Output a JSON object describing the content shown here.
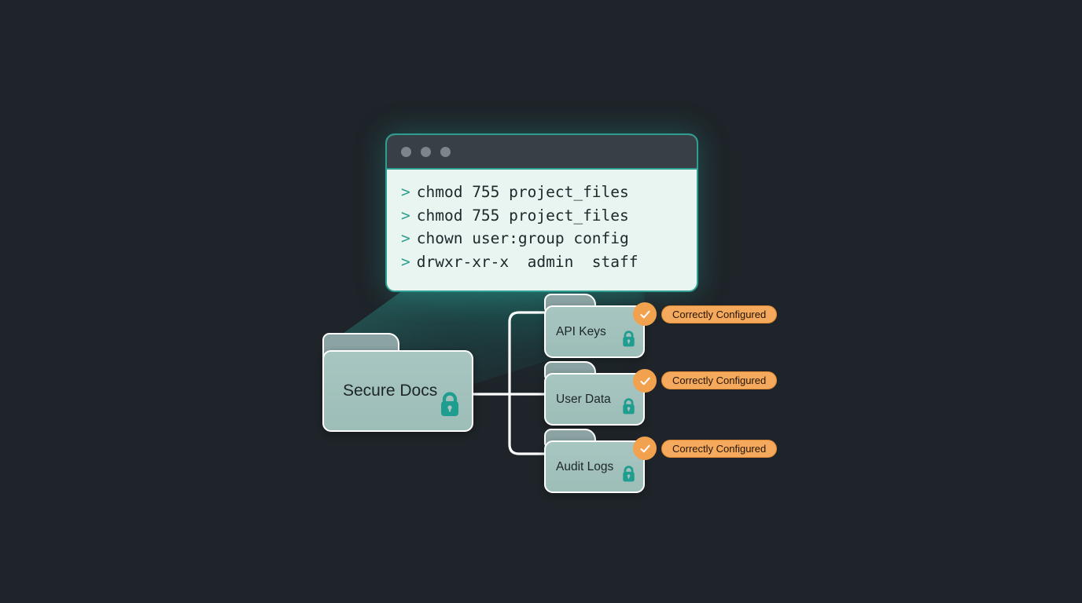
{
  "background_color": "#1e2429",
  "accent_color": "#2f9e92",
  "status_color": "#f4a95c",
  "terminal": {
    "name": "terminal-window",
    "dots": [
      "dot-red",
      "dot-yellow",
      "dot-green"
    ],
    "prompt_symbol": ">",
    "lines": [
      "chmod 755 project_files",
      "chmod 755 project_files",
      "chown user:group config",
      "drwxr-xr-x  admin  staff"
    ]
  },
  "tree": {
    "root": {
      "name": "folder-secure-docs",
      "label": "Secure Docs",
      "icon": "lock-icon"
    },
    "children": [
      {
        "name": "folder-api-keys",
        "label": "API Keys",
        "icon": "lock-icon",
        "badge_icon": "check-circle-icon",
        "status": "Correctly Configured"
      },
      {
        "name": "folder-user-data",
        "label": "User Data",
        "icon": "lock-icon",
        "badge_icon": "check-circle-icon",
        "status": "Correctly Configured"
      },
      {
        "name": "folder-audit-logs",
        "label": "Audit Logs",
        "icon": "lock-icon",
        "badge_icon": "check-circle-icon",
        "status": "Correctly Configured"
      }
    ]
  }
}
